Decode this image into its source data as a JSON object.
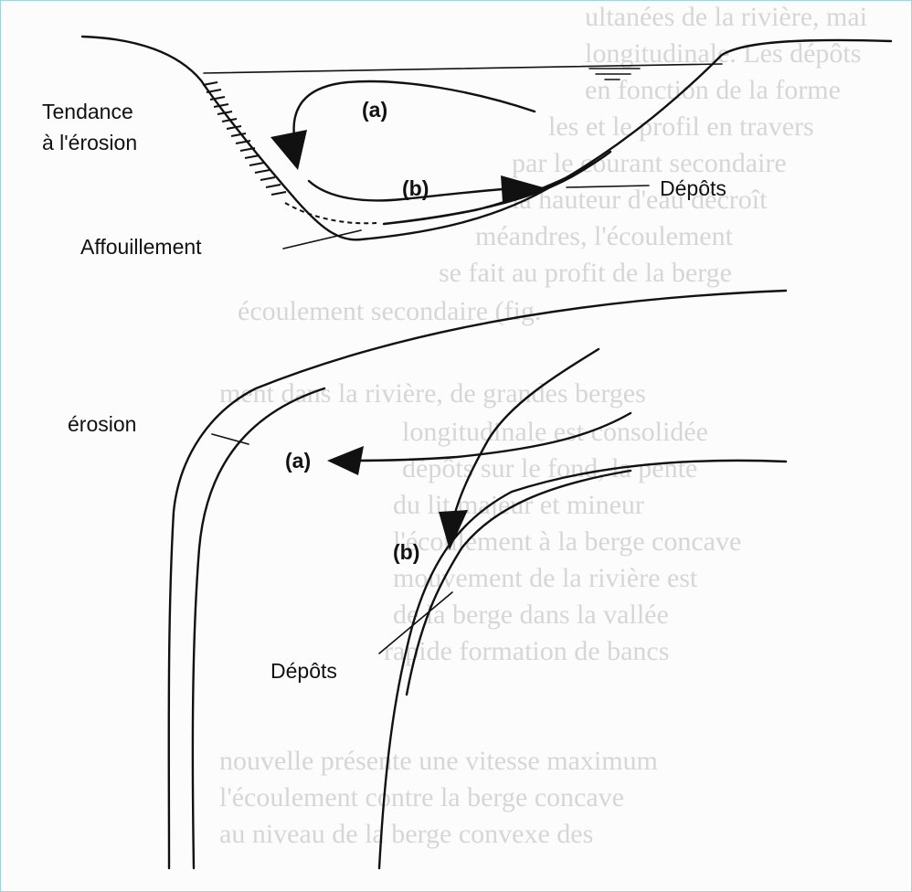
{
  "labels": {
    "tendance_line1": "Tendance",
    "tendance_line2": "à l'érosion",
    "flow_a_top": "(a)",
    "flow_b_top": "(b)",
    "depots_top": "Dépôts",
    "affouillement": "Affouillement",
    "erosion_bottom": "érosion",
    "flow_a_bottom": "(a)",
    "flow_b_bottom": "(b)",
    "depots_bottom": "Dépôts"
  },
  "colors": {
    "ink": "#111111",
    "frame_border": "#9fd3e8",
    "background_bleed": "#d6d6d6"
  }
}
